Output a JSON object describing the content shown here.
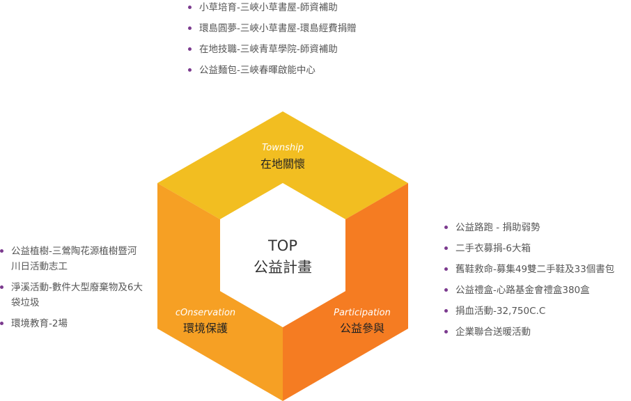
{
  "colors": {
    "township": "#f2be21",
    "conservation": "#f6a024",
    "participation": "#f57c22",
    "bullet": "#7b3a8e"
  },
  "center": {
    "line1": "TOP",
    "line2": "公益計畫"
  },
  "segments": {
    "township": {
      "en": "Township",
      "zh": "在地關懷"
    },
    "conservation": {
      "en": "cOnservation",
      "zh": "環境保護"
    },
    "participation": {
      "en": "Participation",
      "zh": "公益參與"
    }
  },
  "top_list": [
    "小草培育-三峽小草書屋-師資補助",
    "環島圓夢-三峽小草書屋-環島經費捐贈",
    "在地技職-三峽青草學院-師資補助",
    "公益麵包-三峽春暉啟能中心"
  ],
  "left_list": [
    "公益植樹-三鶯陶花源植樹暨河川日活動志工",
    "淨溪活動-數件大型廢棄物及6大袋垃圾",
    "環境教育-2場"
  ],
  "right_list": [
    "公益路跑 - 捐助弱勢",
    "二手衣募捐-6大箱",
    "舊鞋救命-募集49雙二手鞋及33個書包",
    "公益禮盒-心路基金會禮盒380盒",
    "捐血活動-32,750C.C",
    "企業聯合送暖活動"
  ]
}
